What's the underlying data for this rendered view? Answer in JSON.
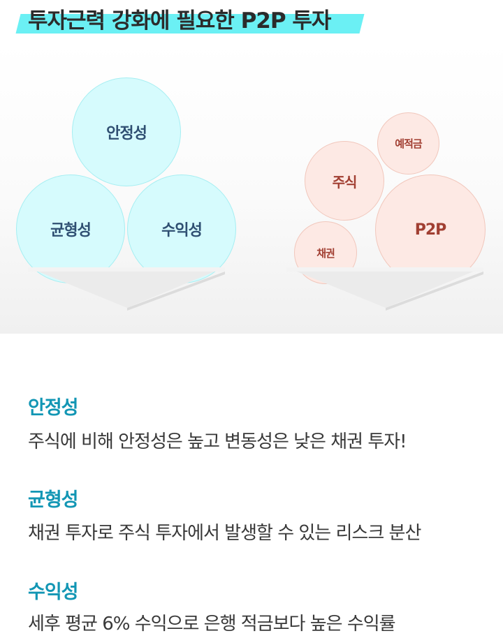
{
  "title": "투자근력 강화에 필요한 P2P 투자",
  "colors": {
    "highlight": "#6bf0f4",
    "heading": "#1296b4",
    "cyan_circle": "#d6fbfd",
    "pink_circle": "#fde9e4"
  },
  "left_circles": [
    {
      "label": "안정성"
    },
    {
      "label": "균형성"
    },
    {
      "label": "수익성"
    }
  ],
  "right_circles": [
    {
      "label": "예적금"
    },
    {
      "label": "주식"
    },
    {
      "label": "P2P"
    },
    {
      "label": "채권"
    }
  ],
  "sections": [
    {
      "heading": "안정성",
      "text": "주식에 비해 안정성은 높고 변동성은 낮은 채권 투자!"
    },
    {
      "heading": "균형성",
      "text": "채권 투자로 주식 투자에서 발생할 수 있는 리스크 분산"
    },
    {
      "heading": "수익성",
      "text": "세후 평균 6% 수익으로 은행 적금보다 높은 수익률"
    }
  ]
}
